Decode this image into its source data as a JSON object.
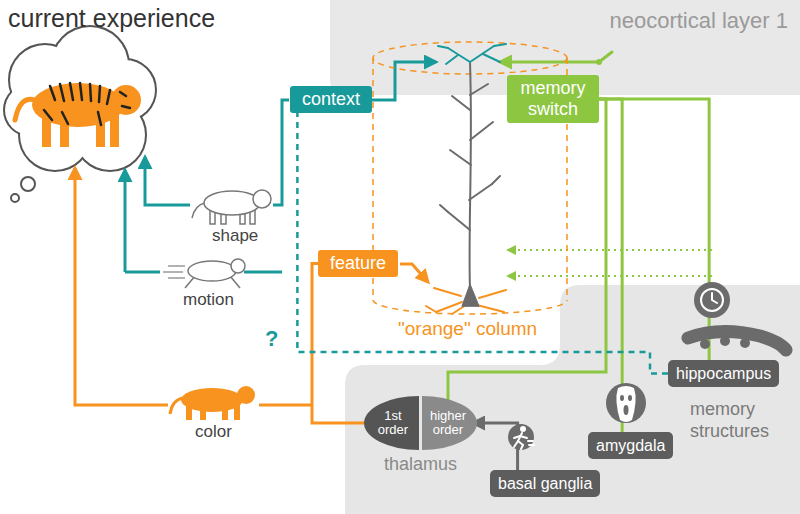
{
  "diagram": {
    "nodes": [
      {
        "text": [
          "neocortical layer 1"
        ]
      },
      {
        "text": [
          "context"
        ]
      },
      {
        "text": [
          "memory switch"
        ]
      },
      {
        "text": [
          "feature"
        ]
      },
      {
        "text": [
          "memory structures"
        ]
      },
      {
        "text": [
          "thalamus"
        ],
        "in": 4
      },
      {
        "text": [
          "1st order"
        ],
        "in": 5
      },
      {
        "text": [
          "higher order"
        ],
        "in": 5
      },
      {
        "text": [
          "basal ganglia"
        ],
        "in": 4
      },
      {
        "text": [
          "amygdala"
        ],
        "in": 4
      },
      {
        "text": [
          "hippocampus"
        ],
        "in": 4
      }
    ],
    "edges": [
      {
        "from": 6,
        "to": 3,
        "arrow": "none"
      },
      {
        "from": 8,
        "to": 7,
        "arrow": "to"
      },
      {
        "from": 7,
        "to": 2,
        "arrow": "none"
      },
      {
        "from": 9,
        "to": 2,
        "arrow": "none"
      },
      {
        "from": 10,
        "to": 2,
        "arrow": "none"
      },
      {
        "from": 10,
        "to": 1,
        "arrow": "none"
      }
    ],
    "labels": [
      "current experience",
      "shape",
      "motion",
      "color",
      "\"orange\" column",
      "?"
    ]
  }
}
